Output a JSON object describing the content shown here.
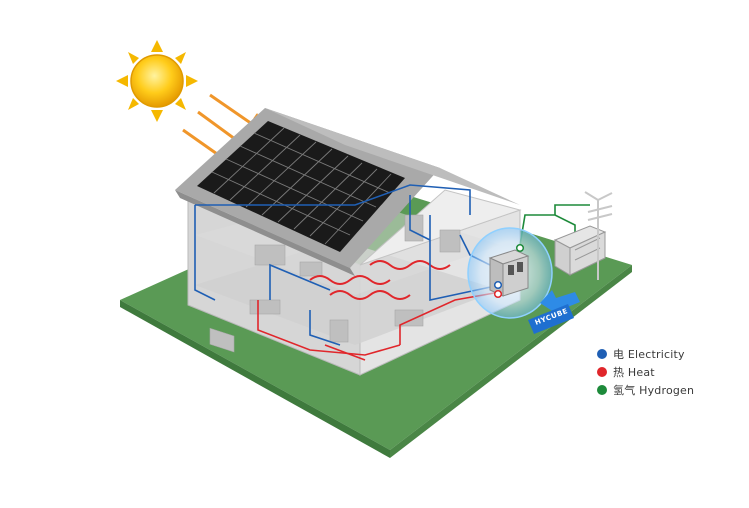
{
  "legend": {
    "items": [
      {
        "key": "electricity",
        "label": "电 Electricity",
        "color": "#1f5fb4"
      },
      {
        "key": "heat",
        "label": "热 Heat",
        "color": "#e0262b"
      },
      {
        "key": "hydrogen",
        "label": "氢气 Hydrogen",
        "color": "#1d8a3a"
      }
    ]
  },
  "device": {
    "label": "HYCUBE"
  },
  "colors": {
    "ground": "#5a9a55",
    "ground_edge": "#3f7a3d",
    "sun": "#f5b800",
    "ray": "#f0962a",
    "panel": "#1a1a1a",
    "roof": "#a9a9a9",
    "wall": "#d4d4d4",
    "hub_glow": "#8fd0ff"
  },
  "icons": [
    "sun-icon",
    "solar-panel-icon",
    "house-icon",
    "hycube-device-icon",
    "power-pole-icon",
    "legend-dot-icon"
  ]
}
